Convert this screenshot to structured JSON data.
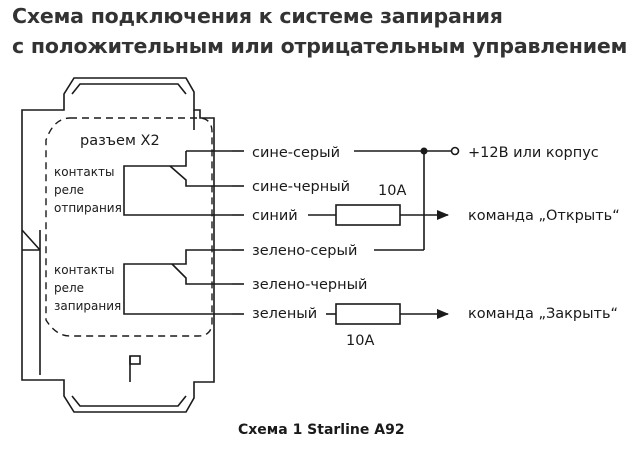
{
  "title": {
    "line1": "Схема подключения к системе запирания",
    "line2": "с положительным или отрицательным управлением"
  },
  "connector": {
    "label": "разъем X2",
    "unlock_contacts": [
      "контакты",
      "реле",
      "отпирания"
    ],
    "lock_contacts": [
      "контакты",
      "реле",
      "запирания"
    ]
  },
  "wires": [
    {
      "id": "blue-gray",
      "label": "сине-серый"
    },
    {
      "id": "blue-black",
      "label": "сине-черный"
    },
    {
      "id": "blue",
      "label": "синий"
    },
    {
      "id": "green-gray",
      "label": "зелено-серый"
    },
    {
      "id": "green-black",
      "label": "зелено-черный"
    },
    {
      "id": "green",
      "label": "зеленый"
    }
  ],
  "fuses": {
    "top": "10A",
    "bottom": "10A"
  },
  "outputs": {
    "power": "+12В или корпус",
    "open": "команда „Открыть“",
    "close": "команда „Закрыть“"
  },
  "caption": "Схема 1 Starline A92"
}
